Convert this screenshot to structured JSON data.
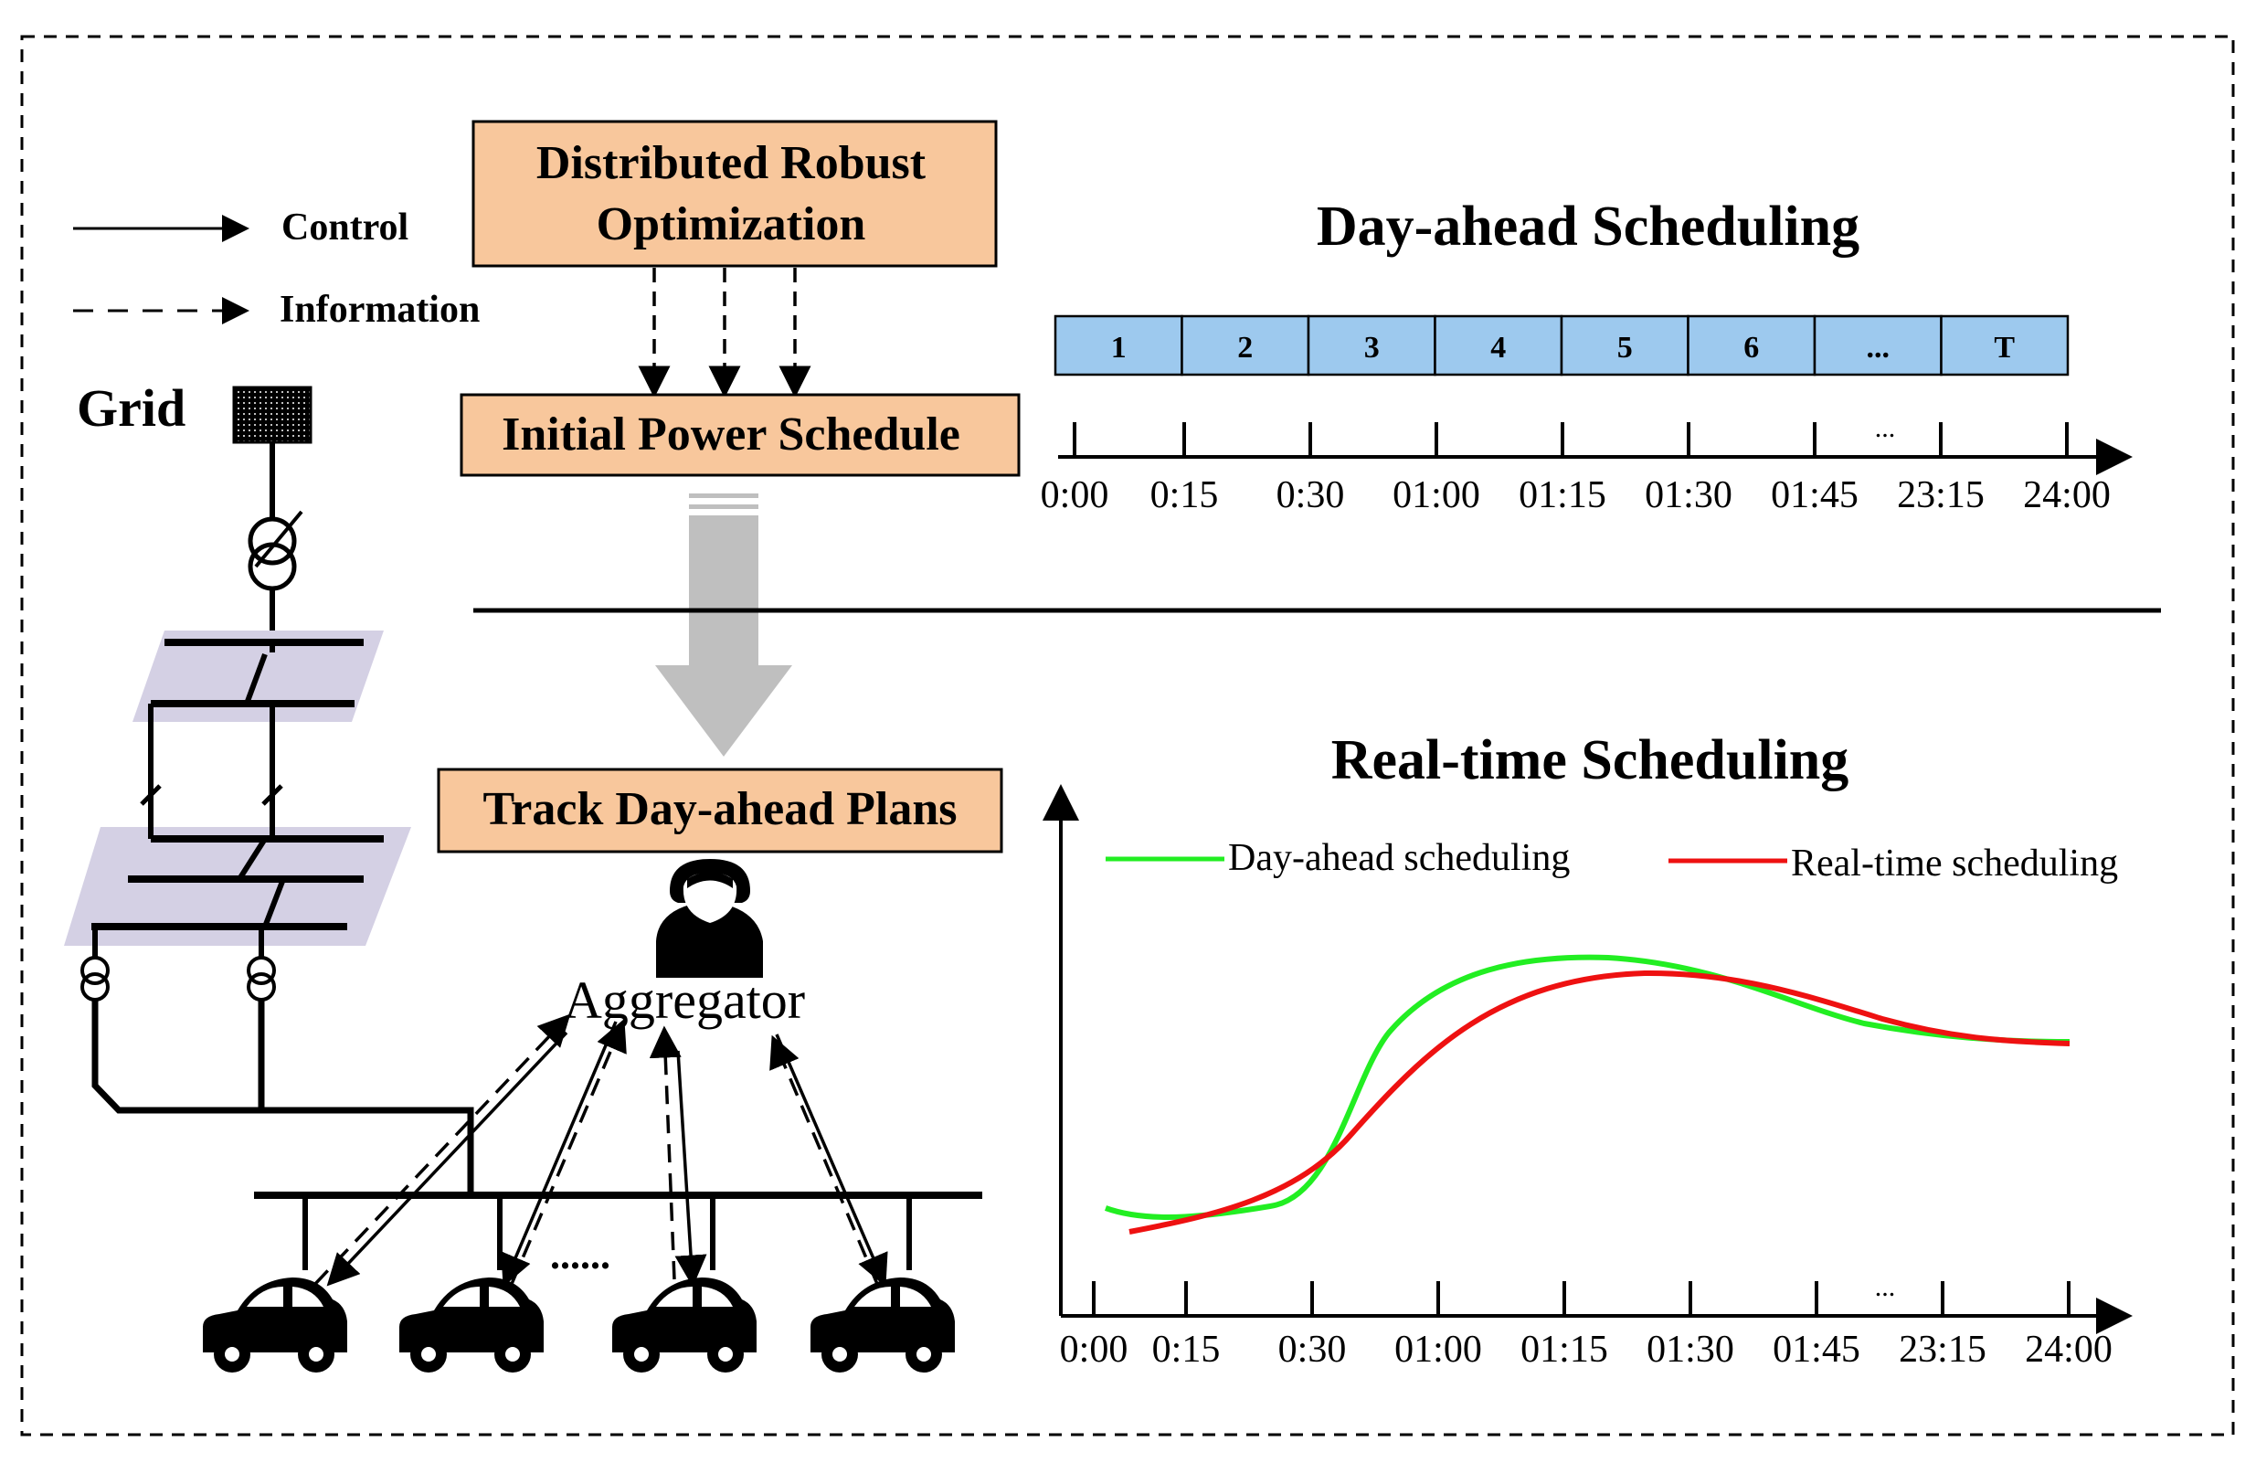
{
  "legend": {
    "control": "Control",
    "information": "Information"
  },
  "grid_label": "Grid",
  "boxes": {
    "dro_line1": "Distributed Robust",
    "dro_line2": "Optimization",
    "initial": "Initial Power Schedule",
    "track": "Track Day-ahead Plans"
  },
  "aggregator_label": "Aggregator",
  "day_ahead": {
    "title": "Day-ahead Scheduling",
    "slots": [
      "1",
      "2",
      "3",
      "4",
      "5",
      "6",
      "...",
      "T"
    ],
    "ticks": [
      "0:00",
      "0:15",
      "0:30",
      "01:00",
      "01:15",
      "01:30",
      "01:45",
      "23:15",
      "24:00"
    ],
    "ellipsis": "..."
  },
  "real_time": {
    "title": "Real-time Scheduling",
    "legend_da": "Day-ahead scheduling",
    "legend_rt": "Real-time scheduling",
    "ticks": [
      "0:00",
      "0:15",
      "0:30",
      "01:00",
      "01:15",
      "01:30",
      "01:45",
      "23:15",
      "24:00"
    ],
    "ellipsis": "..."
  },
  "ev_dots": "......",
  "colors": {
    "box_fill": "#F8C79C",
    "slot_fill": "#9DC9EE",
    "platform": "#D4D0E4",
    "green_curve": "#22EE22",
    "red_curve": "#EE1111",
    "big_arrow": "#BFBFBF"
  }
}
